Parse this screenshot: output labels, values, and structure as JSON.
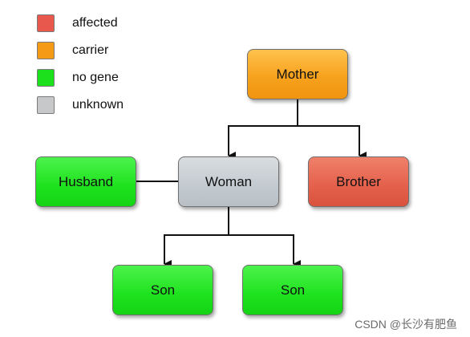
{
  "legend": [
    {
      "label": "affected",
      "color": "#e8584c"
    },
    {
      "label": "carrier",
      "color": "#f59a17"
    },
    {
      "label": "no gene",
      "color": "#1de01d"
    },
    {
      "label": "unknown",
      "color": "#c6c8ca"
    }
  ],
  "nodes": {
    "mother": {
      "label": "Mother",
      "status": "carrier"
    },
    "woman": {
      "label": "Woman",
      "status": "unknown"
    },
    "brother": {
      "label": "Brother",
      "status": "affected"
    },
    "husband": {
      "label": "Husband",
      "status": "no gene"
    },
    "son1": {
      "label": "Son",
      "status": "no gene"
    },
    "son2": {
      "label": "Son",
      "status": "no gene"
    }
  },
  "edges": [
    {
      "from": "mother",
      "to": "woman",
      "type": "arrow"
    },
    {
      "from": "mother",
      "to": "brother",
      "type": "arrow"
    },
    {
      "from": "husband",
      "to": "woman",
      "type": "line"
    },
    {
      "from": "woman",
      "to": "son1",
      "type": "arrow"
    },
    {
      "from": "woman",
      "to": "son2",
      "type": "arrow"
    }
  ],
  "watermark": "CSDN @长沙有肥鱼"
}
